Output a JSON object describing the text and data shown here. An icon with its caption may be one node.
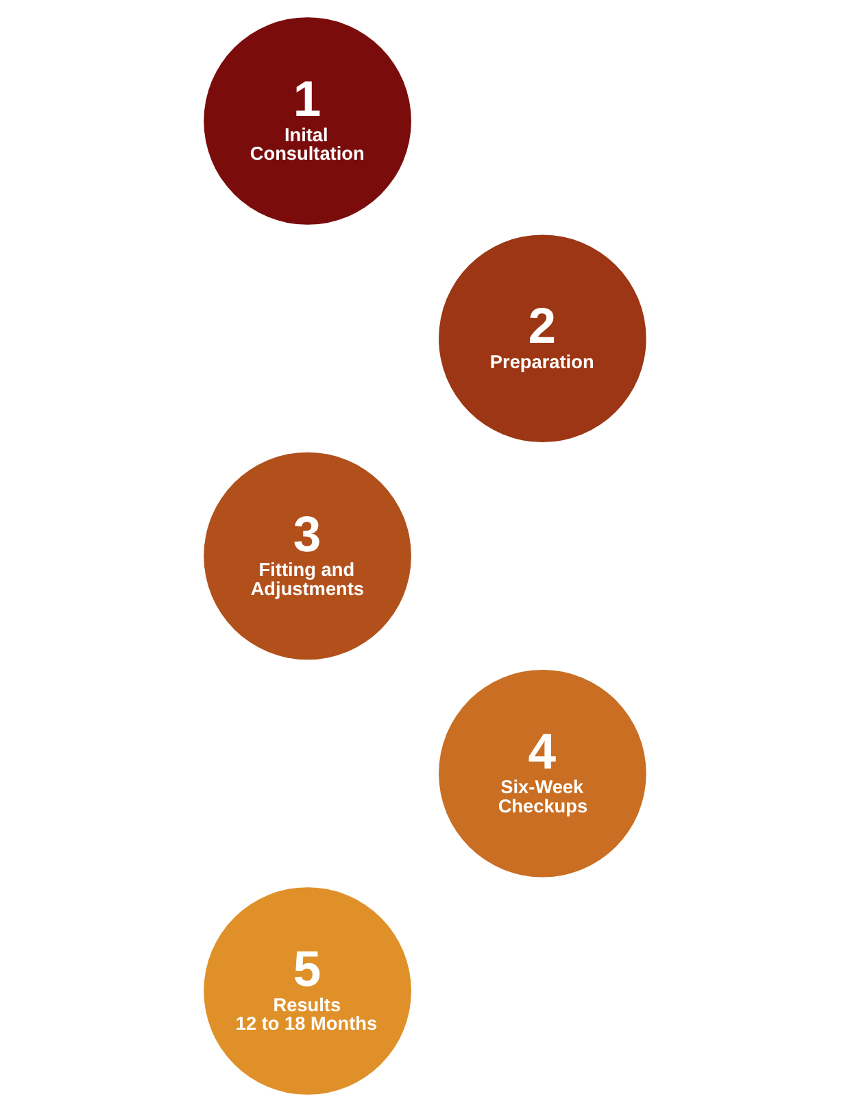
{
  "diagram": {
    "nodes": [
      {
        "text": [
          "1",
          "Inital Consultation"
        ]
      },
      {
        "text": [
          "2",
          "Preparation"
        ]
      },
      {
        "text": [
          "3",
          "Fitting and Adjustments"
        ]
      },
      {
        "text": [
          "4",
          "Six-Week Checkups"
        ]
      },
      {
        "text": [
          "5",
          "Results",
          "12 to 18 Months"
        ]
      }
    ]
  }
}
